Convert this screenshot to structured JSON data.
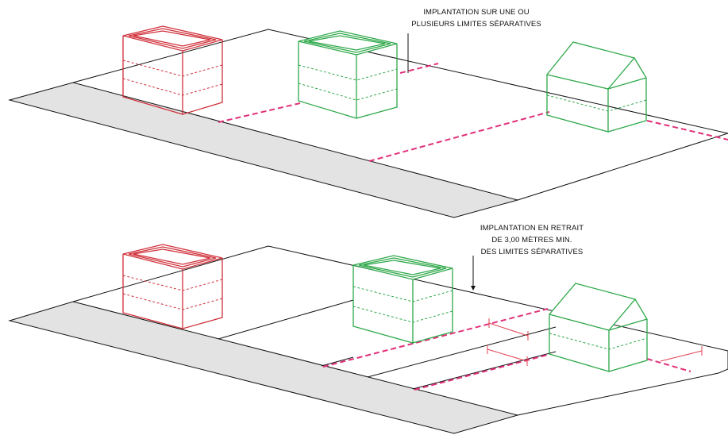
{
  "annotations": {
    "top": [
      "IMPLANTATION SUR UNE OU",
      "PLUSIEURS LIMITES SÉPARATIVES"
    ],
    "bottom": [
      "IMPLANTATION EN RETRAIT",
      "DE 3,00 MÈTRES MIN.",
      "DES LIMITES SÉPARATIVES"
    ]
  },
  "colors": {
    "red_building": "#d0303a",
    "green_building": "#2ea84a",
    "separative_limit": "#e0307a",
    "setback_dimension": "#e04050",
    "road": "#e3e3e3",
    "line": "#111111"
  }
}
